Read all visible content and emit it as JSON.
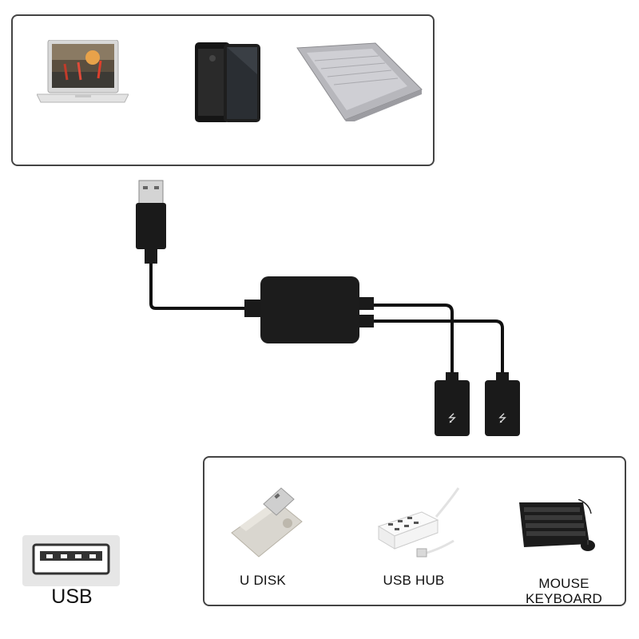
{
  "colors": {
    "cable": "#111111",
    "panel_border": "#444444",
    "badge_bg": "#e6e6e6"
  },
  "top_devices": [
    {
      "name": "laptop-icon"
    },
    {
      "name": "smartphone-icon"
    },
    {
      "name": "notebook-icon"
    }
  ],
  "bottom_devices": [
    {
      "name": "usb-flash-drive-icon",
      "label": "U DISK"
    },
    {
      "name": "usb-hub-icon",
      "label": "USB HUB"
    },
    {
      "name": "keyboard-mouse-icon",
      "label_line1": "MOUSE",
      "label_line2": "KEYBOARD"
    }
  ],
  "usb_badge": {
    "label": "USB"
  }
}
